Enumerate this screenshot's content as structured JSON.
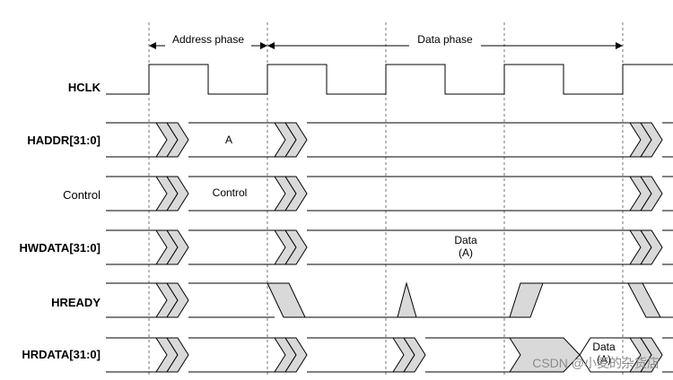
{
  "phases": {
    "address": "Address phase",
    "data": "Data phase"
  },
  "signals": [
    {
      "key": "hclk",
      "label": "HCLK",
      "bold": true
    },
    {
      "key": "haddr",
      "label": "HADDR[31:0]",
      "bold": true
    },
    {
      "key": "control",
      "label": "Control",
      "bold": false
    },
    {
      "key": "hwdata",
      "label": "HWDATA[31:0]",
      "bold": true
    },
    {
      "key": "hready",
      "label": "HREADY",
      "bold": true
    },
    {
      "key": "hrdata",
      "label": "HRDATA[31:0]",
      "bold": true
    }
  ],
  "bus_values": {
    "haddr": "A",
    "control": "Control",
    "hwdata_line1": "Data",
    "hwdata_line2": "(A)",
    "hrdata_line1": "Data",
    "hrdata_line2": "(A)"
  },
  "watermark": "CSDN @小麦的杂货店"
}
